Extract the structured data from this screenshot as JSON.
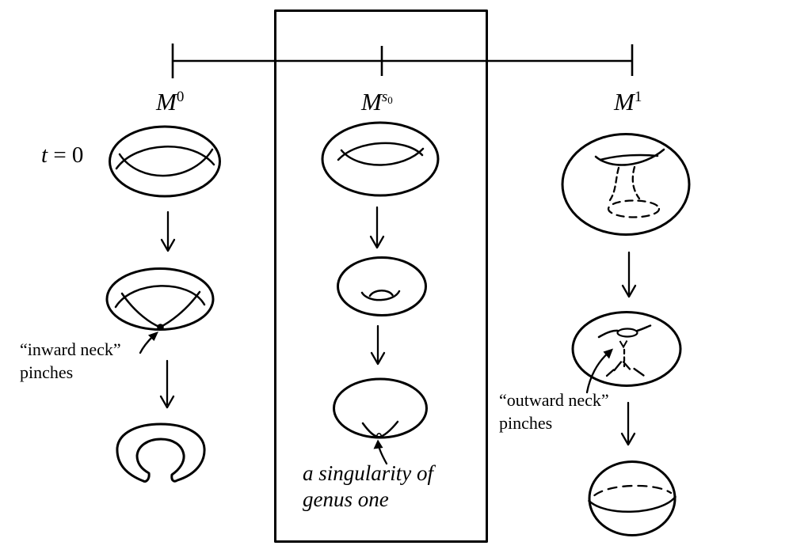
{
  "labels": {
    "col0": {
      "base": "M",
      "sup": "0"
    },
    "colS": {
      "base": "M",
      "sup": "s",
      "sup_sub": "0"
    },
    "col1": {
      "base": "M",
      "sup": "1"
    }
  },
  "time": {
    "variable": "t",
    "equals_value": "= 0"
  },
  "annotations": {
    "inward": {
      "line1": "“inward neck”",
      "line2": "pinches"
    },
    "outward": {
      "line1": "“outward neck”",
      "line2": "pinches"
    },
    "singularity": {
      "line1": "a singularity of",
      "line2": "genus one"
    }
  },
  "colors": {
    "ink": "#000000",
    "background": "#ffffff"
  }
}
